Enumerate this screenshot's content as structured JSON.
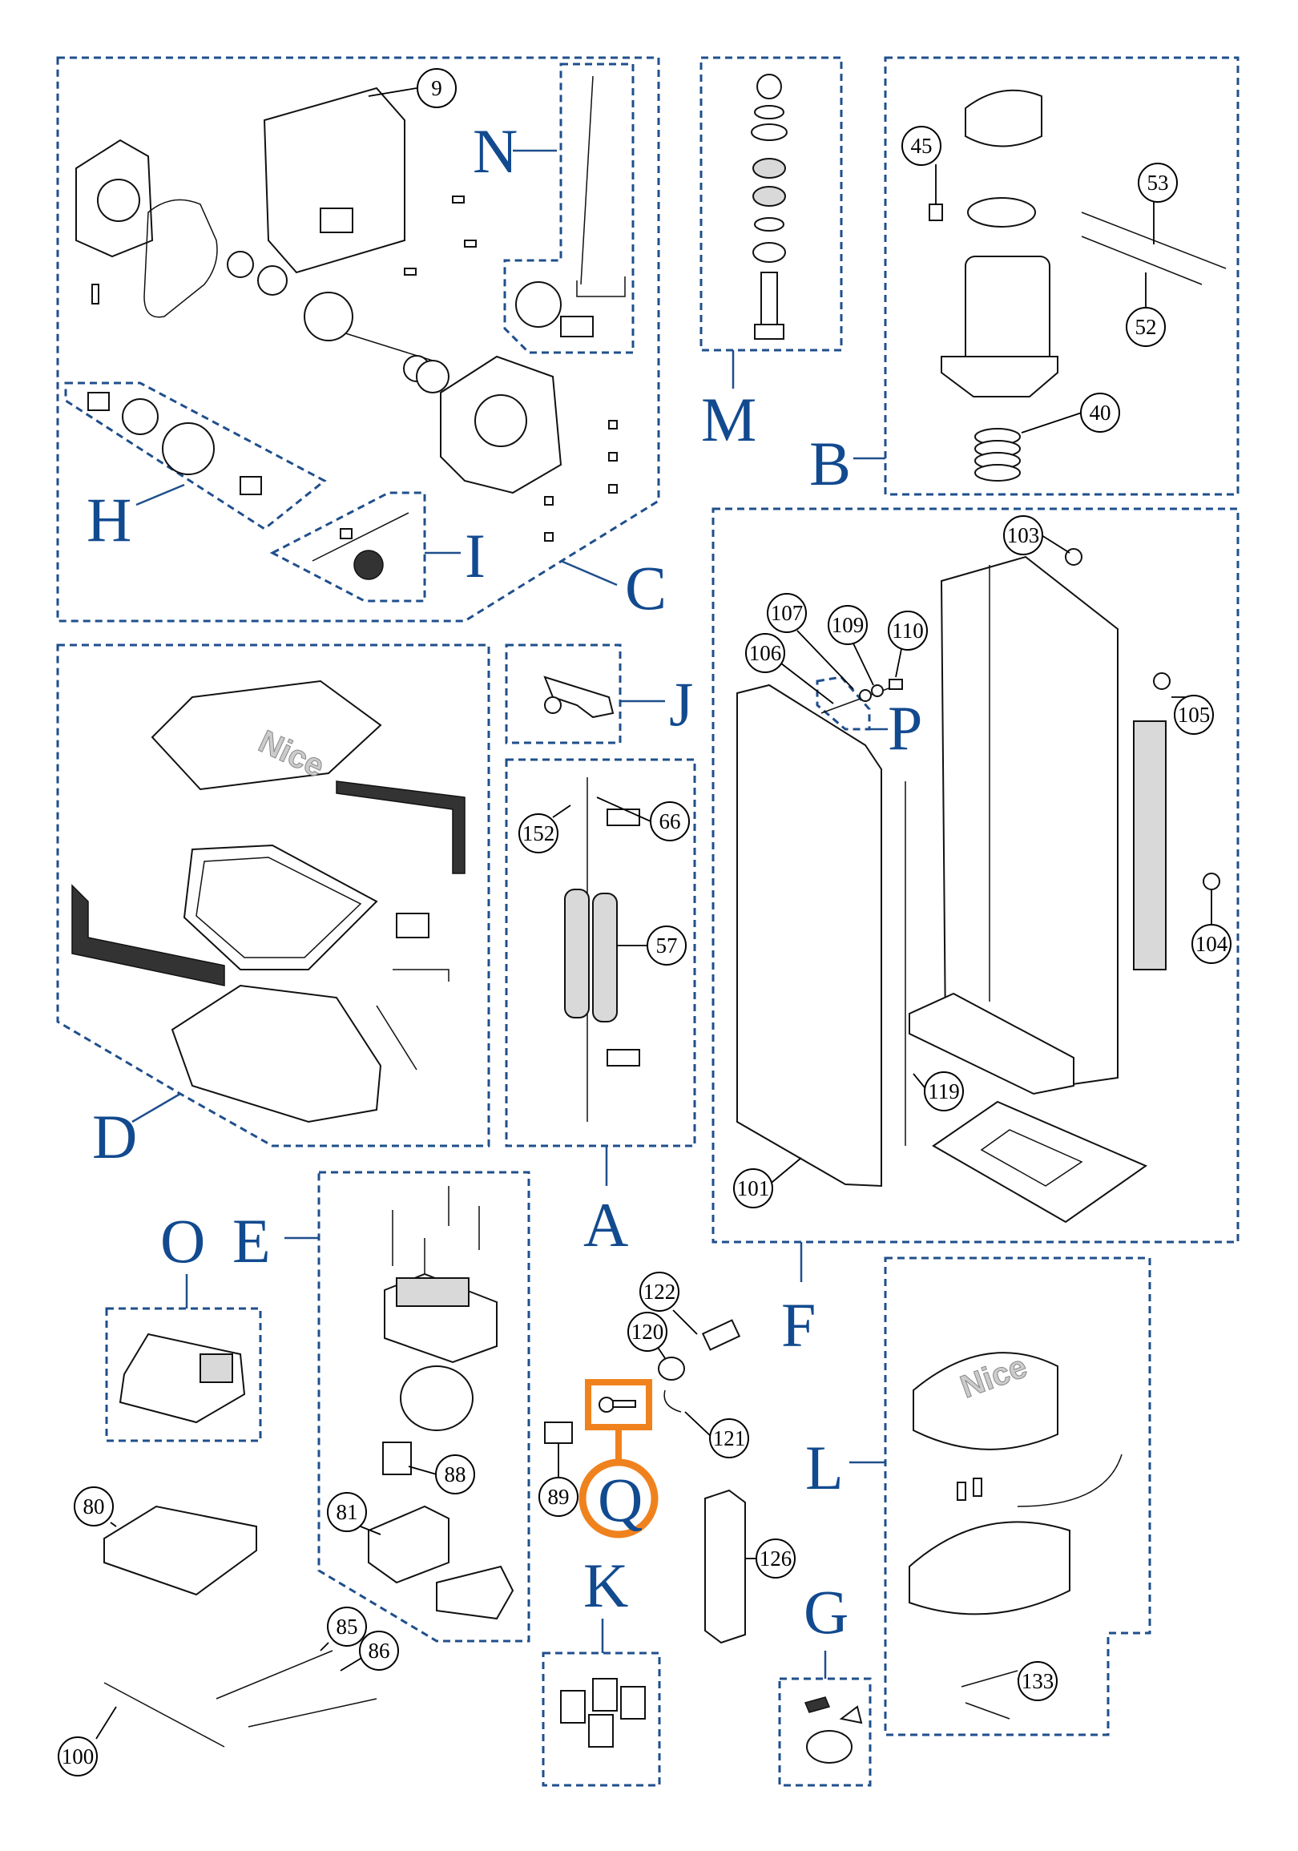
{
  "groups": {
    "A": "A",
    "B": "B",
    "C": "C",
    "D": "D",
    "E": "E",
    "F": "F",
    "G": "G",
    "H": "H",
    "I": "I",
    "J": "J",
    "K": "K",
    "L": "L",
    "M": "M",
    "N": "N",
    "O": "O",
    "P": "P",
    "Q": "Q"
  },
  "parts": {
    "p9": "9",
    "p45": "45",
    "p53": "53",
    "p52": "52",
    "p40": "40",
    "p103": "103",
    "p107": "107",
    "p109": "109",
    "p110": "110",
    "p106": "106",
    "p105": "105",
    "p104": "104",
    "p119": "119",
    "p101": "101",
    "p152": "152",
    "p66": "66",
    "p57": "57",
    "p122": "122",
    "p120": "120",
    "p121": "121",
    "p89": "89",
    "p126": "126",
    "p88": "88",
    "p81": "81",
    "p80": "80",
    "p85": "85",
    "p86": "86",
    "p100": "100",
    "p133": "133"
  },
  "logo": {
    "text": "Nice"
  },
  "highlight": {
    "color": "#f0821e",
    "target_group": "Q"
  },
  "colors": {
    "group_frame": "#1f4f8c",
    "group_letter": "#124a8f",
    "highlight": "#f0821e"
  }
}
